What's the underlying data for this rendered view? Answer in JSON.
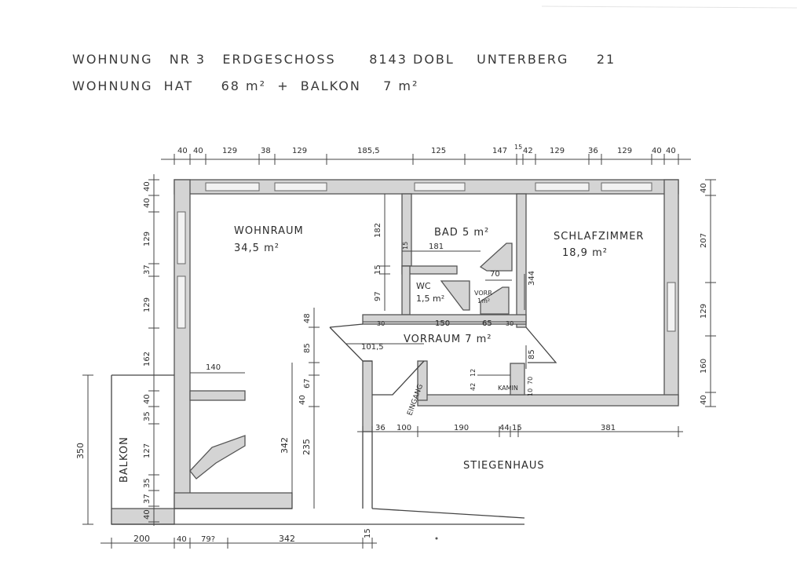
{
  "header": {
    "line1": "WOHNUNG   NR 3   ERDGESCHOSS      8143 DOBL    UNTERBERG     21",
    "line2": "WOHNUNG  HAT     68 m²  +  BALKON    7 m²"
  },
  "rooms": {
    "wohnraum_name": "WOHNRAUM",
    "wohnraum_area": "34,5 m²",
    "bad_name": "BAD 5 m²",
    "schlafzimmer_name": "SCHLAFZIMMER",
    "schlafzimmer_area": "18,9 m²",
    "wc_name": "WC",
    "wc_area": "1,5 m²",
    "vorr_name": "VORR",
    "vorr_area": "1m²",
    "vorraum_name": "VORRAUM 7 m²",
    "kamin": "KAMIN",
    "eingang": "EINGANG",
    "balkon": "BALKON",
    "stiegenhaus": "STIEGENHAUS"
  },
  "dims": {
    "top": [
      "40",
      "40",
      "129",
      "38",
      "129",
      "185,5",
      "125",
      "147",
      "15",
      "42",
      "129",
      "36",
      "129",
      "40",
      "40"
    ],
    "left": [
      "40",
      "40",
      "129",
      "37",
      "129",
      "162",
      "40",
      "35",
      "127",
      "35",
      "37",
      "40"
    ],
    "right": [
      "40",
      "207",
      "129",
      "160",
      "40"
    ],
    "bottom_stair": [
      "36",
      "100",
      "190",
      "44",
      "15",
      "381"
    ],
    "bottom_main": [
      "200",
      "40",
      "79?",
      "342",
      "15"
    ],
    "balkon_height": "350",
    "wohn_342": "342",
    "wohn_235": "235",
    "wohn_48": "48",
    "wohn_85": "85",
    "wohn_67": "67",
    "wohn_40": "40",
    "wohn_140": "140",
    "bad_182": "182",
    "bad_181": "181",
    "bad_15a": "15",
    "bad_15b": "15",
    "bad_97": "97",
    "bad_70": "70",
    "bad_344": "344",
    "vr_150": "150",
    "vr_65": "65",
    "vr_30a": "30",
    "vr_30b": "30",
    "vr_1015": "101,5",
    "vr_85": "85",
    "k_12": "12",
    "k_42": "42",
    "k_70": "70",
    "k_10": "10"
  }
}
